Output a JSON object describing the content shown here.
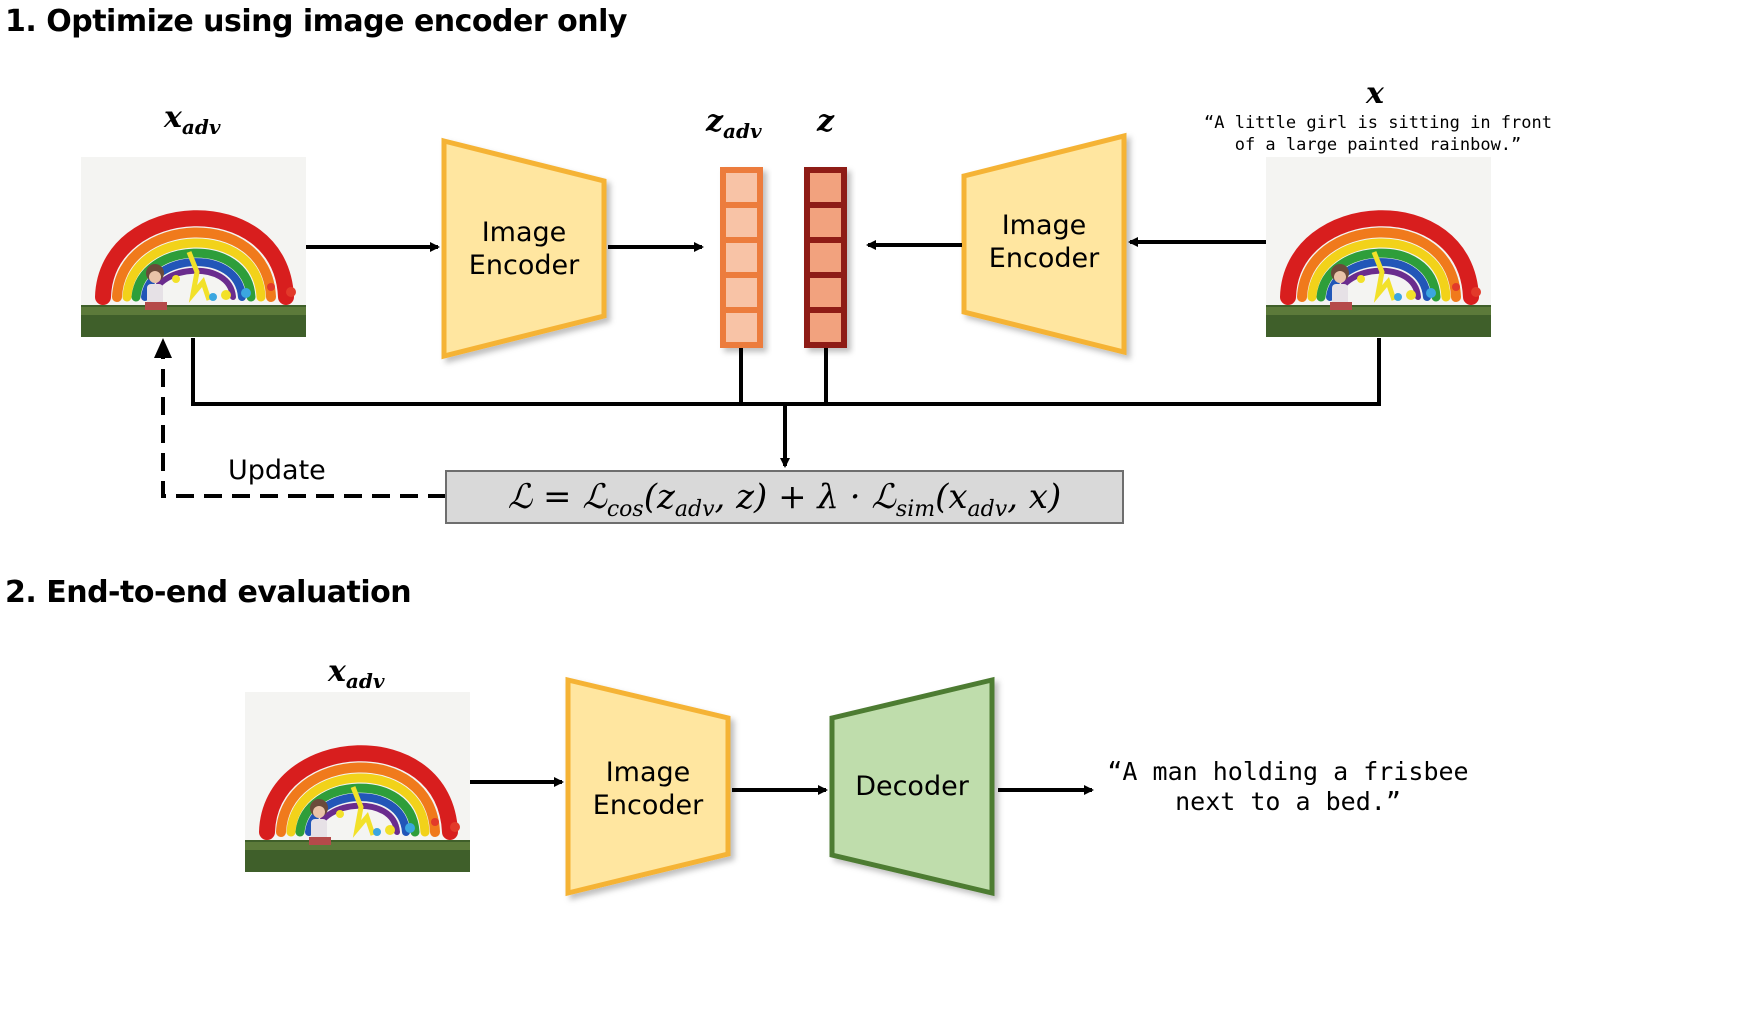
{
  "section1": {
    "title": "1. Optimize using image encoder only",
    "x_adv_label": "x",
    "x_adv_sub": "adv",
    "z_adv_label": "z",
    "z_adv_sub": "adv",
    "z_label": "z",
    "x_label": "x",
    "x_caption": "“A little girl is sitting in front\nof a large painted rainbow.”",
    "encoder_left": {
      "line1": "Image",
      "line2": "Encoder"
    },
    "encoder_right": {
      "line1": "Image",
      "line2": "Encoder"
    },
    "update_label": "Update",
    "loss_formula": "ℒ = ℒcos(zadv, z) + λ · ℒsim(xadv, x)",
    "loss_parts": {
      "L": "ℒ",
      "eq": " = ",
      "Lcos": "ℒ",
      "cos_sub": "cos",
      "args1_open": "(z",
      "args1_sub": "adv",
      "args1_close": ", z) + λ · ",
      "Lsim": "ℒ",
      "sim_sub": "sim",
      "args2_open": "(x",
      "args2_sub": "adv",
      "args2_close": ", x)"
    }
  },
  "section2": {
    "title": "2. End-to-end evaluation",
    "x_adv_label": "x",
    "x_adv_sub": "adv",
    "encoder": {
      "line1": "Image",
      "line2": "Encoder"
    },
    "decoder": "Decoder",
    "output_caption": "“A man holding a frisbee\nnext to a bed.”"
  },
  "colors": {
    "encoder_fill": "#FFE6A0",
    "encoder_stroke": "#F5B335",
    "z_adv_fill": "#F8C3A6",
    "z_adv_stroke": "#EC7B3C",
    "z_fill": "#F2A27E",
    "z_stroke": "#8E1F16",
    "decoder_fill": "#BFDDAC",
    "decoder_stroke": "#4E7B32",
    "loss_box_fill": "#D9D9D9",
    "loss_box_stroke": "#6E6E6E"
  }
}
